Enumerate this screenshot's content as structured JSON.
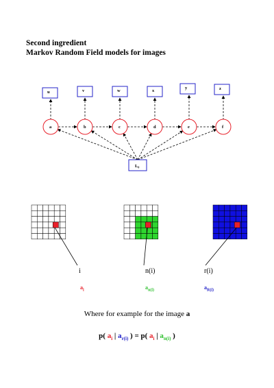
{
  "title": {
    "line1": "Second ingredient",
    "line2": "Markov Random Field models for images"
  },
  "graph": {
    "observed_nodes": [
      "u",
      "v",
      "w",
      "x",
      "y",
      "z"
    ],
    "hidden_nodes": [
      "a",
      "b",
      "c",
      "d",
      "e",
      "f"
    ],
    "latent_node": "L₀"
  },
  "grids": [
    {
      "label": "i",
      "color_label": "a",
      "color_sub": "i",
      "fill": "white",
      "center": "#e8202a"
    },
    {
      "label": "n(i)",
      "color_label": "a",
      "color_sub": "n(i)",
      "fill": "#2fd62f",
      "center": "#e8202a"
    },
    {
      "label": "r(i)",
      "color_label": "a",
      "color_sub": "R(i)",
      "fill": "#1010e0",
      "center": "#e8202a"
    }
  ],
  "caption": {
    "text": "Where for example for the image ",
    "var": "a"
  },
  "formula": {
    "p_open": "p( ",
    "a1": "a",
    "a1_sub": "i",
    "bar1": " | ",
    "a2": "a",
    "a2_sub": "r(i)",
    "mid": " ) = p( ",
    "a3": "a",
    "a3_sub": "i",
    "bar2": " | ",
    "a4": "a",
    "a4_sub": "n(i)",
    "close": " )"
  },
  "colors": {
    "red": "#e8202a",
    "green": "#2fd62f",
    "blue": "#1010e0",
    "node_box": "#2323c8"
  }
}
